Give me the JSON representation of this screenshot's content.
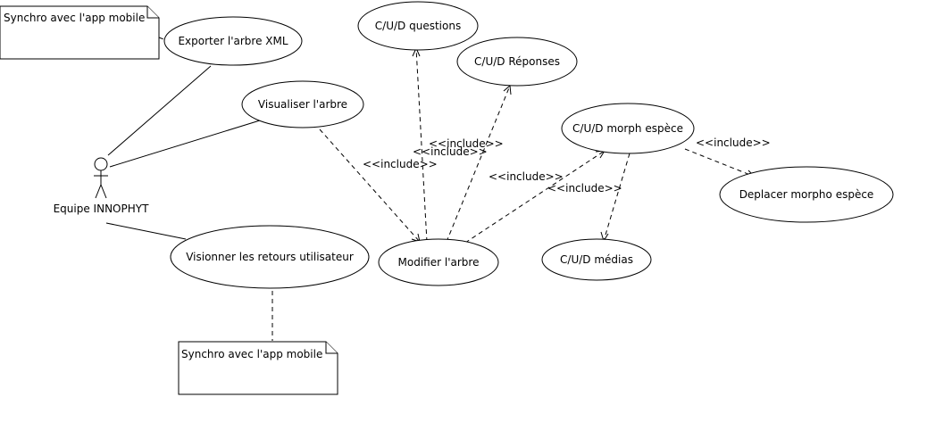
{
  "actor": {
    "name": "Equipe INNOPHYT"
  },
  "notes": {
    "top": "Synchro avec l'app mobile",
    "bottom": "Synchro avec l'app mobile"
  },
  "use_cases": {
    "exporter": "Exporter l'arbre XML",
    "visualiser": "Visualiser l'arbre",
    "visionner": "Visionner les retours utilisateur",
    "modifier": "Modifier l'arbre",
    "questions": "C/U/D questions",
    "reponses": "C/U/D Réponses",
    "morph": "C/U/D morph espèce",
    "deplacer": "Deplacer morpho espèce",
    "medias": "C/U/D médias"
  },
  "relations": {
    "include_visualiser_modifier": "<<include>>",
    "include_modifier_questions": "<<include>>",
    "include_modifier_reponses": "<<include>>",
    "include_modifier_morph": "<<include>>",
    "include_morph_medias": "<<include>>",
    "include_morph_deplacer": "<<include>>"
  }
}
